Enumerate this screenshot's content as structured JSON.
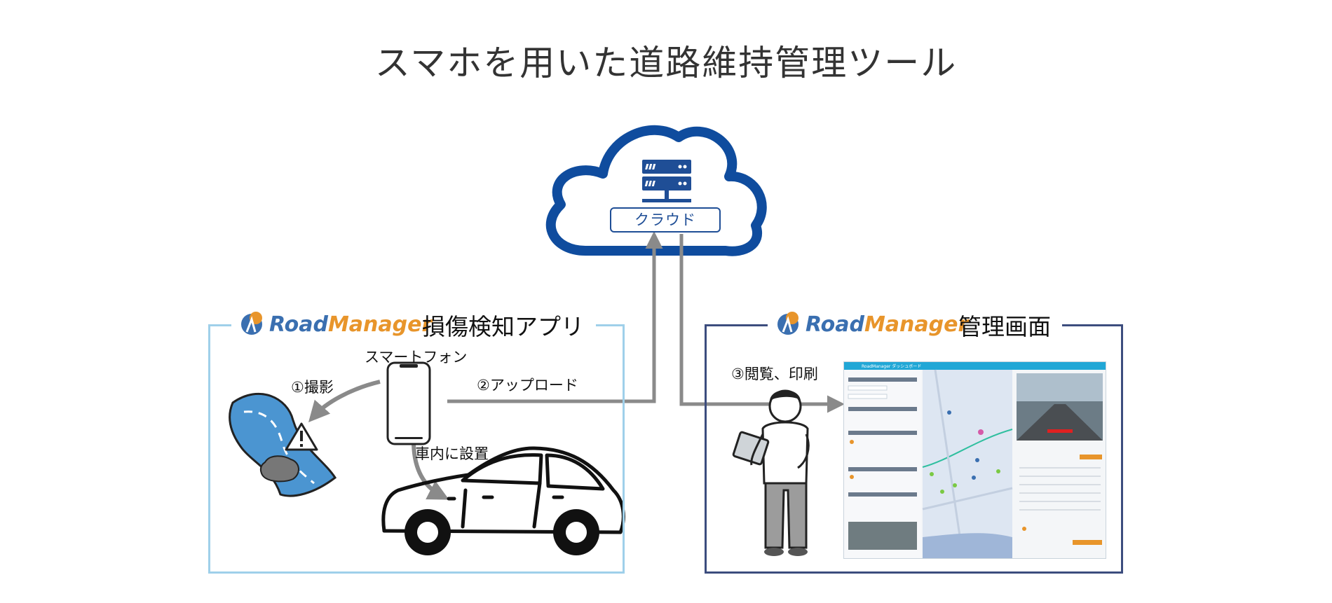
{
  "title": "スマホを用いた道路維持管理ツール",
  "cloud": {
    "label": "クラウド",
    "icon": "server-icon"
  },
  "left_panel": {
    "logo_road": "Road",
    "logo_manager": "Manager",
    "heading": "損傷検知アプリ",
    "smartphone_label": "スマートフォン",
    "step1": "①撮影",
    "step2": "②アップロード",
    "install_label": "車内に設置"
  },
  "right_panel": {
    "logo_road": "Road",
    "logo_manager": "Manager",
    "heading": "管理画面",
    "step3": "③閲覧、印刷",
    "dashboard_title": "RoadManager ダッシュボード"
  },
  "colors": {
    "cloud_blue": "#0f4c9e",
    "left_border": "#9fd0ea",
    "right_border": "#3c4d7e",
    "arrow_gray": "#8a8a8a",
    "road_blue": "#4b95d1",
    "brand_blue": "#3a6fb0",
    "brand_orange": "#e8952b",
    "dashboard_accent": "#21a7d6"
  }
}
